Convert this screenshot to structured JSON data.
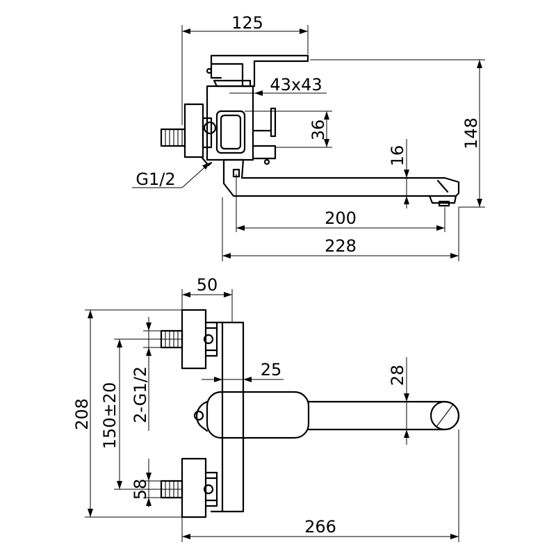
{
  "side_view": {
    "dimensions": {
      "depth_total": "125",
      "cartridge_size": "43x43",
      "body_height": "36",
      "spout_thickness": "16",
      "total_height": "148",
      "spout_reach": "200",
      "total_reach": "228",
      "inlet_thread": "G1/2"
    }
  },
  "front_view": {
    "dimensions": {
      "eccentric_depth": "50",
      "body_width": "25",
      "spout_width": "28",
      "total_height": "208",
      "inlet_spacing": "150±20",
      "inlet_threads": "2-G1/2",
      "eccentric_width": "58",
      "total_width": "266"
    }
  }
}
